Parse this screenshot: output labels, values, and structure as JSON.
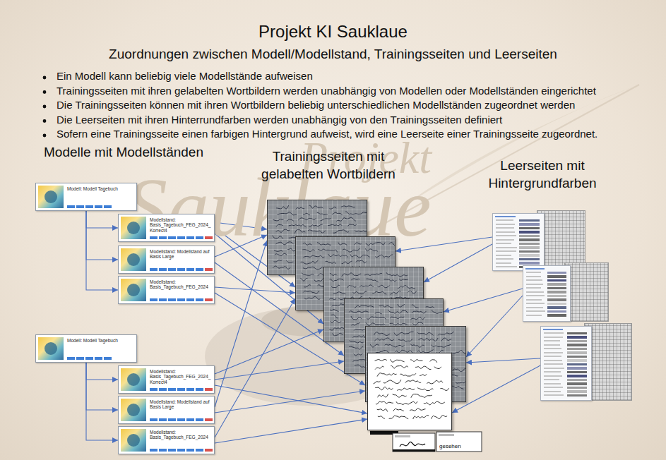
{
  "diagram": {
    "title": "Projekt KI Sauklaue",
    "nodes": [
      {
        "text": [
          "Modell: Modell Tagebuch"
        ]
      },
      {
        "text": [
          "Modellstand: Basis_Tagebuch_FEG_2024_Korrect4"
        ]
      },
      {
        "text": [
          "Modellstand: Modellstand auf Basis Large"
        ]
      },
      {
        "text": [
          "Modellstand: Basis_Tagebuch_FEG_2024"
        ]
      },
      {
        "text": [
          "Modell: Modell Tagebuch"
        ]
      },
      {
        "text": [
          "Modellstand: Basis_Tagebuch_FEG_2024_Korrect4"
        ]
      },
      {
        "text": [
          "Modellstand: Modellstand auf Basis Large"
        ]
      },
      {
        "text": [
          "Modellstand: Basis_Tagebuch_FEG_2024"
        ]
      },
      {
        "text": []
      },
      {
        "text": []
      },
      {
        "text": []
      },
      {
        "text": []
      },
      {
        "text": []
      },
      {
        "text": []
      },
      {
        "text": []
      },
      {
        "text": []
      },
      {
        "text": []
      }
    ],
    "edges": [
      {
        "from": 0,
        "to": 1,
        "arrow": "to"
      },
      {
        "from": 0,
        "to": 2,
        "arrow": "to"
      },
      {
        "from": 0,
        "to": 3,
        "arrow": "to"
      },
      {
        "from": 4,
        "to": 5,
        "arrow": "to"
      },
      {
        "from": 4,
        "to": 6,
        "arrow": "to"
      },
      {
        "from": 4,
        "to": 7,
        "arrow": "to"
      },
      {
        "from": 1,
        "to": 8,
        "arrow": "to"
      },
      {
        "from": 1,
        "to": 9,
        "arrow": "to"
      },
      {
        "from": 1,
        "to": 10,
        "arrow": "to"
      },
      {
        "from": 2,
        "to": 8,
        "arrow": "to"
      },
      {
        "from": 2,
        "to": 11,
        "arrow": "to"
      },
      {
        "from": 3,
        "to": 9,
        "arrow": "to"
      },
      {
        "from": 3,
        "to": 12,
        "arrow": "to"
      },
      {
        "from": 5,
        "to": 10,
        "arrow": "to"
      },
      {
        "from": 5,
        "to": 13,
        "arrow": "to"
      },
      {
        "from": 5,
        "to": 11,
        "arrow": "to"
      },
      {
        "from": 6,
        "to": 8,
        "arrow": "to"
      },
      {
        "from": 6,
        "to": 12,
        "arrow": "to"
      },
      {
        "from": 7,
        "to": 13,
        "arrow": "to"
      },
      {
        "from": 7,
        "to": 9,
        "arrow": "to"
      },
      {
        "from": 14,
        "to": 9,
        "arrow": "to"
      },
      {
        "from": 14,
        "to": 10,
        "arrow": "to"
      },
      {
        "from": 15,
        "to": 11,
        "arrow": "to"
      },
      {
        "from": 15,
        "to": 12,
        "arrow": "to"
      },
      {
        "from": 16,
        "to": 12,
        "arrow": "to"
      },
      {
        "from": 16,
        "to": 13,
        "arrow": "to"
      }
    ],
    "labels": [
      "Zuordnungen zwischen Modell/Modellstand, Trainingsseiten und Leerseiten",
      "Ein Modell kann beliebig viele Modellstände aufweisen",
      "Trainingsseiten mit ihren gelabelten Wortbildern werden unabhängig von Modellen oder Modellständen eingerichtet",
      "Die Trainingsseiten können mit ihren Wortbildern beliebig unterschiedlichen Modellständen zugeordnet werden",
      "Die Leerseiten mit ihren Hinterrundfarben werden unabhängig von den Trainingsseiten definiert",
      "Sofern eine Trainingsseite einen farbigen Hintergrund aufweist, wird eine Leerseite einer Trainingsseite zugeordnet.",
      "Modelle mit Modellständen",
      "Trainingsseiten mit gelabelten Wortbildern",
      "Leerseiten mit Hintergrundfarben",
      "Projekt",
      "Sauklaue",
      "gesehen"
    ]
  }
}
